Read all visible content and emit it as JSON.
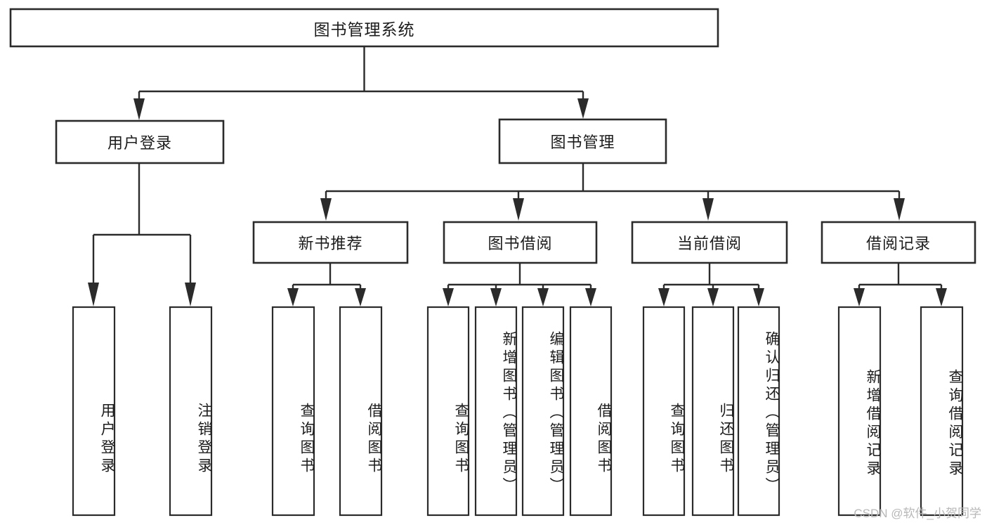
{
  "diagram": {
    "type": "hierarchy-tree",
    "title": "图书管理系统",
    "root": {
      "label": "图书管理系统"
    },
    "level2": [
      {
        "label": "用户登录"
      },
      {
        "label": "图书管理"
      }
    ],
    "level3": [
      {
        "label": "新书推荐"
      },
      {
        "label": "图书借阅"
      },
      {
        "label": "当前借阅"
      },
      {
        "label": "借阅记录"
      }
    ],
    "leaves": {
      "user_login": [
        {
          "label": "用户登录"
        },
        {
          "label": "注销登录"
        }
      ],
      "new_book_recommend": [
        {
          "label": "查询图书"
        },
        {
          "label": "借阅图书"
        }
      ],
      "book_borrow": [
        {
          "label": "查询图书"
        },
        {
          "label": "新增图书（管理员）"
        },
        {
          "label": "编辑图书（管理员）"
        },
        {
          "label": "借阅图书"
        }
      ],
      "current_borrow": [
        {
          "label": "查询图书"
        },
        {
          "label": "归还图书"
        },
        {
          "label": "确认归还（管理员）"
        }
      ],
      "borrow_records": [
        {
          "label": "新增借阅记录"
        },
        {
          "label": "查询借阅记录"
        }
      ]
    }
  },
  "watermark": {
    "text": "CSDN @软件_小贺同学"
  },
  "colors": {
    "stroke": "#2b2b2b",
    "fill": "#ffffff",
    "text": "#1c1c1c",
    "watermark": "#b8b8b8"
  }
}
